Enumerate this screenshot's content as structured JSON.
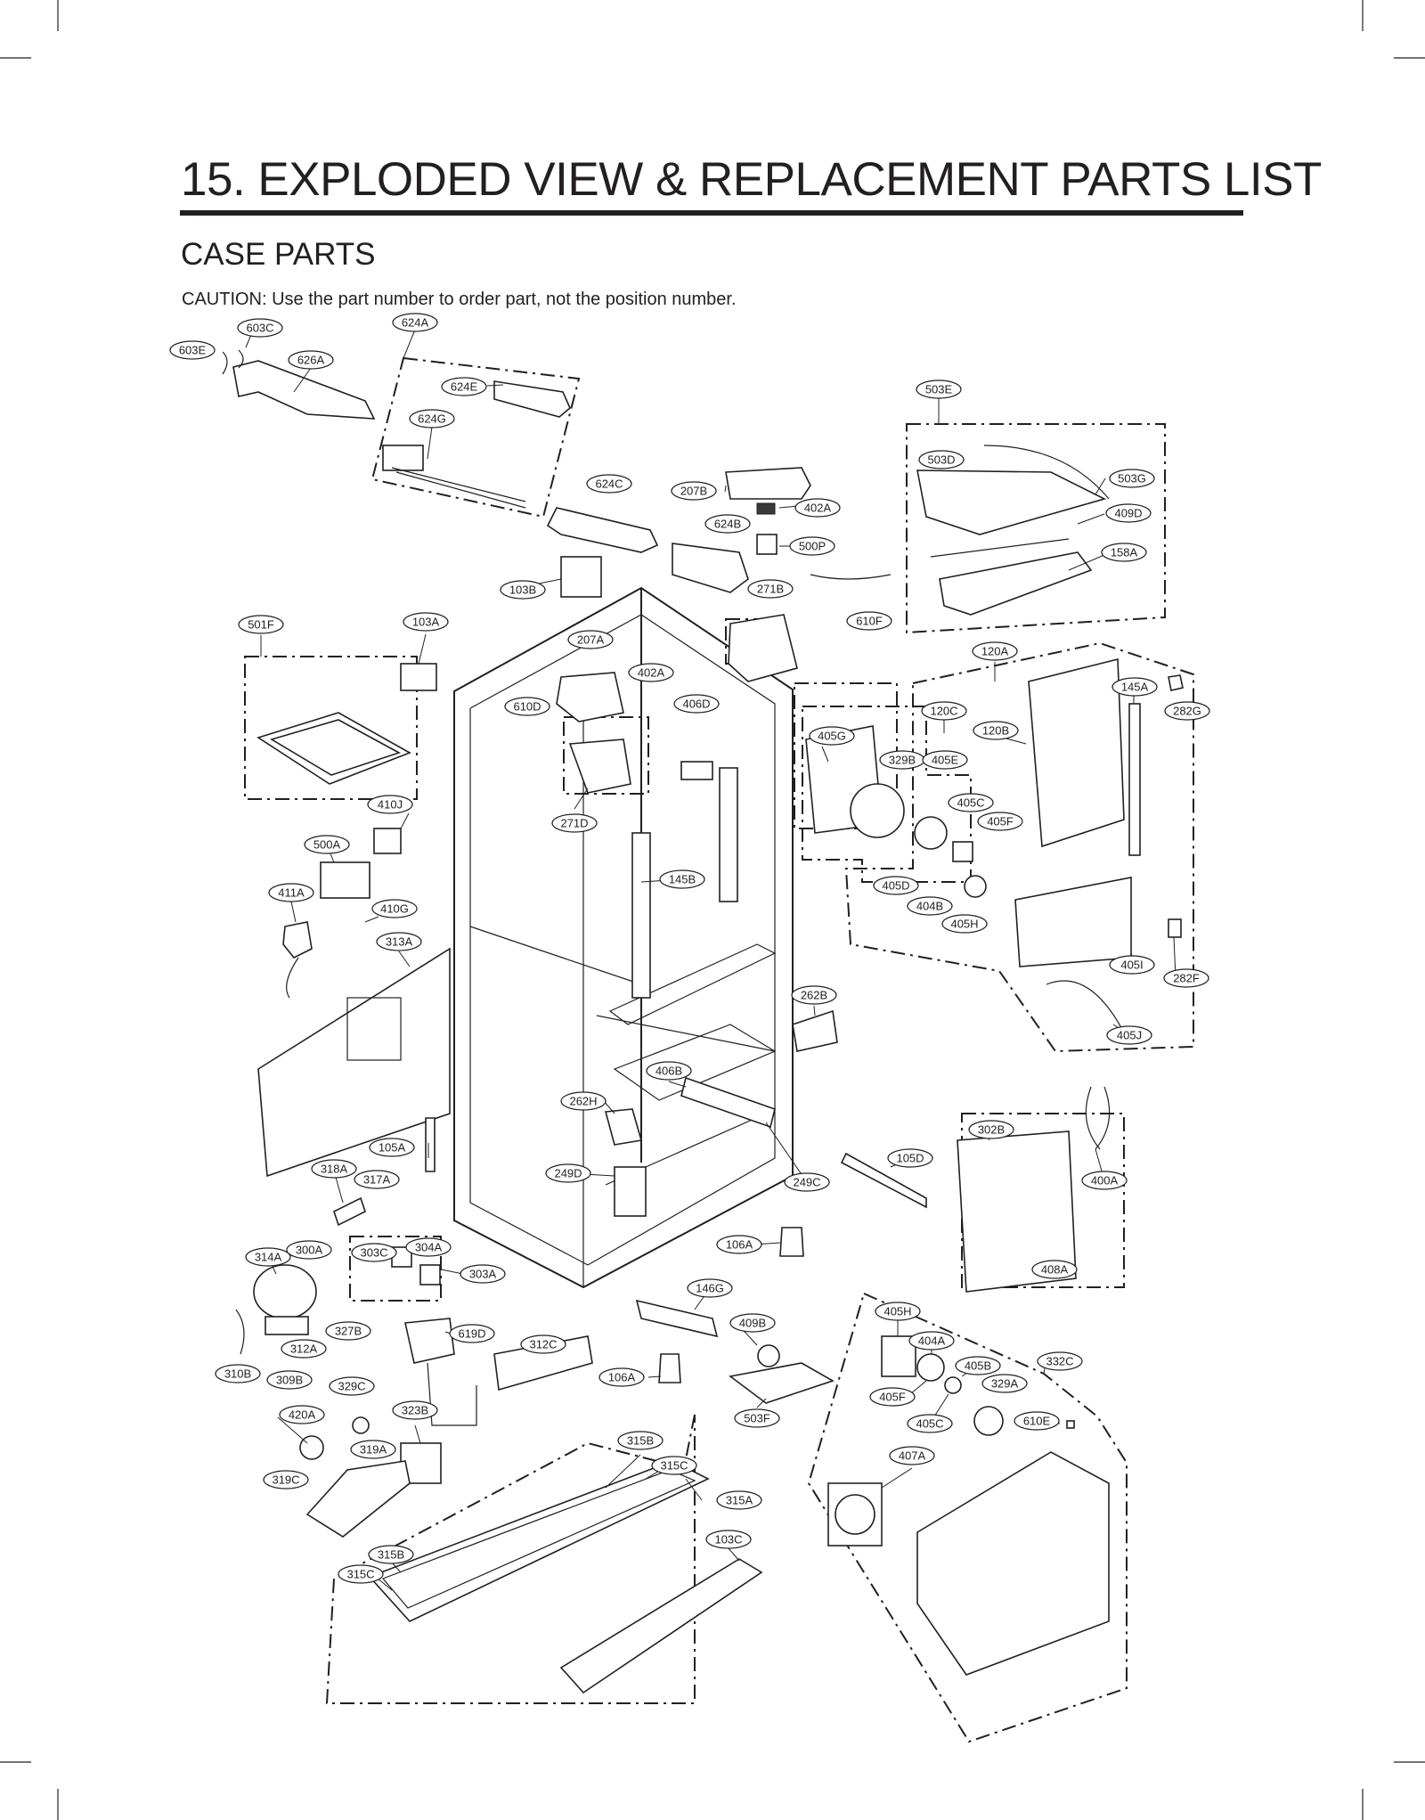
{
  "header": {
    "title": "15. EXPLODED VIEW & REPLACEMENT PARTS LIST",
    "section": "CASE PARTS",
    "caution": "CAUTION: Use the part number to order part, not the position number."
  },
  "callouts": [
    "603C",
    "603E",
    "626A",
    "624A",
    "624E",
    "624G",
    "503E",
    "503D",
    "503G",
    "409D",
    "158A",
    "624C",
    "207B",
    "402A",
    "624B",
    "500P",
    "103B",
    "271B",
    "610F",
    "501F",
    "103A",
    "207A",
    "402A",
    "610D",
    "406D",
    "120A",
    "145A",
    "282G",
    "120C",
    "120B",
    "405G",
    "329B",
    "405E",
    "405C",
    "405F",
    "405D",
    "404B",
    "405H",
    "405I",
    "282F",
    "405J",
    "410J",
    "500A",
    "411A",
    "410G",
    "313A",
    "271D",
    "145B",
    "262B",
    "406B",
    "262H",
    "105A",
    "318A",
    "317A",
    "249D",
    "249C",
    "105D",
    "302B",
    "400A",
    "408A",
    "106A",
    "314A",
    "300A",
    "303C",
    "304A",
    "303A",
    "146G",
    "327B",
    "619D",
    "409B",
    "312C",
    "312A",
    "310B",
    "106A",
    "503F",
    "309B",
    "329C",
    "420A",
    "323B",
    "319A",
    "319C",
    "315B",
    "315C",
    "315A",
    "315B",
    "315C",
    "103C",
    "405H",
    "404A",
    "405B",
    "329A",
    "332C",
    "405F",
    "405C",
    "610E",
    "407A"
  ]
}
